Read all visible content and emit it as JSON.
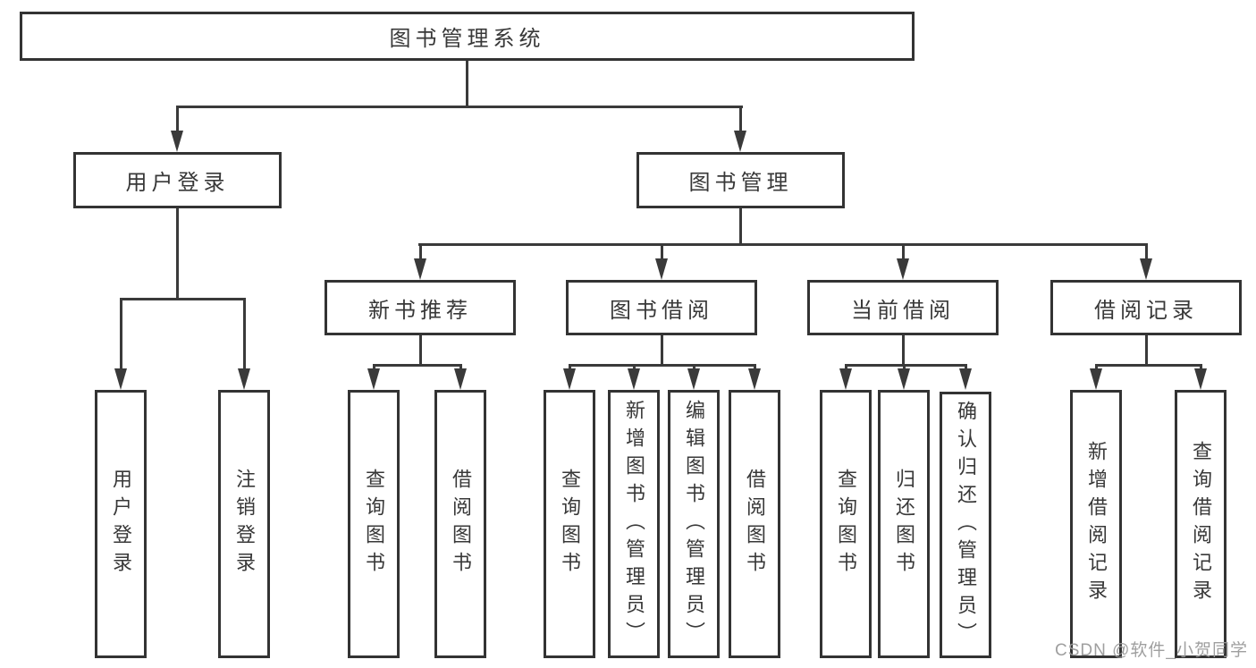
{
  "diagram": {
    "root": "图书管理系统",
    "level2": [
      "用户登录",
      "图书管理"
    ],
    "level3": [
      "新书推荐",
      "图书借阅",
      "当前借阅",
      "借阅记录"
    ],
    "leaves": [
      "用户登录",
      "注销登录",
      "查询图书",
      "借阅图书",
      "查询图书",
      "新增图书（管理员）",
      "编辑图书（管理员）",
      "借阅图书",
      "查询图书",
      "归还图书",
      "确认归还（管理员）",
      "新增借阅记录",
      "查询借阅记录"
    ]
  },
  "watermark": {
    "text": "CSDN @软件_小贺同学"
  },
  "colors": {
    "line": "#3a3a3a",
    "box_border": "#333333",
    "text": "#383838",
    "watermark": "#9a9a9a",
    "background": "#ffffff"
  }
}
